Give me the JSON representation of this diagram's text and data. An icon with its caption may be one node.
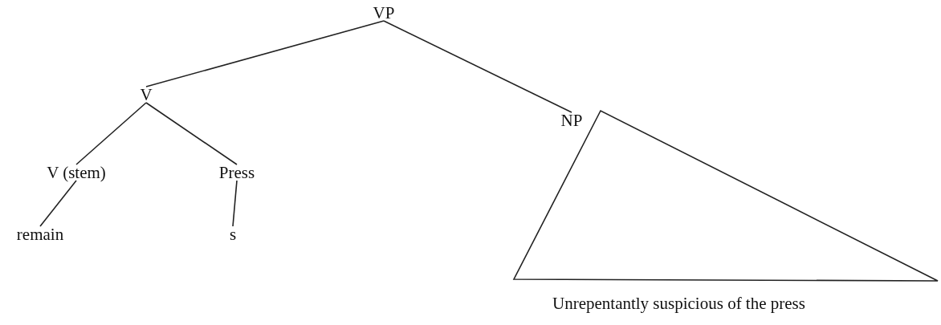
{
  "diagram": {
    "nodes": [
      {
        "text": [
          "VP"
        ]
      },
      {
        "text": [
          "V"
        ]
      },
      {
        "text": [
          "NP"
        ]
      },
      {
        "text": [
          "V (stem)"
        ]
      },
      {
        "text": [
          "Press"
        ]
      },
      {
        "text": [
          "remain"
        ]
      },
      {
        "text": [
          "s"
        ]
      },
      {
        "text": [
          "Unrepentantly suspicious of the press"
        ]
      }
    ],
    "edges": [
      {
        "from": 0,
        "to": 1,
        "arrow": "none"
      },
      {
        "from": 0,
        "to": 2,
        "arrow": "none"
      },
      {
        "from": 1,
        "to": 3,
        "arrow": "none"
      },
      {
        "from": 1,
        "to": 4,
        "arrow": "none"
      },
      {
        "from": 3,
        "to": 5,
        "arrow": "none"
      },
      {
        "from": 4,
        "to": 6,
        "arrow": "none"
      }
    ]
  }
}
